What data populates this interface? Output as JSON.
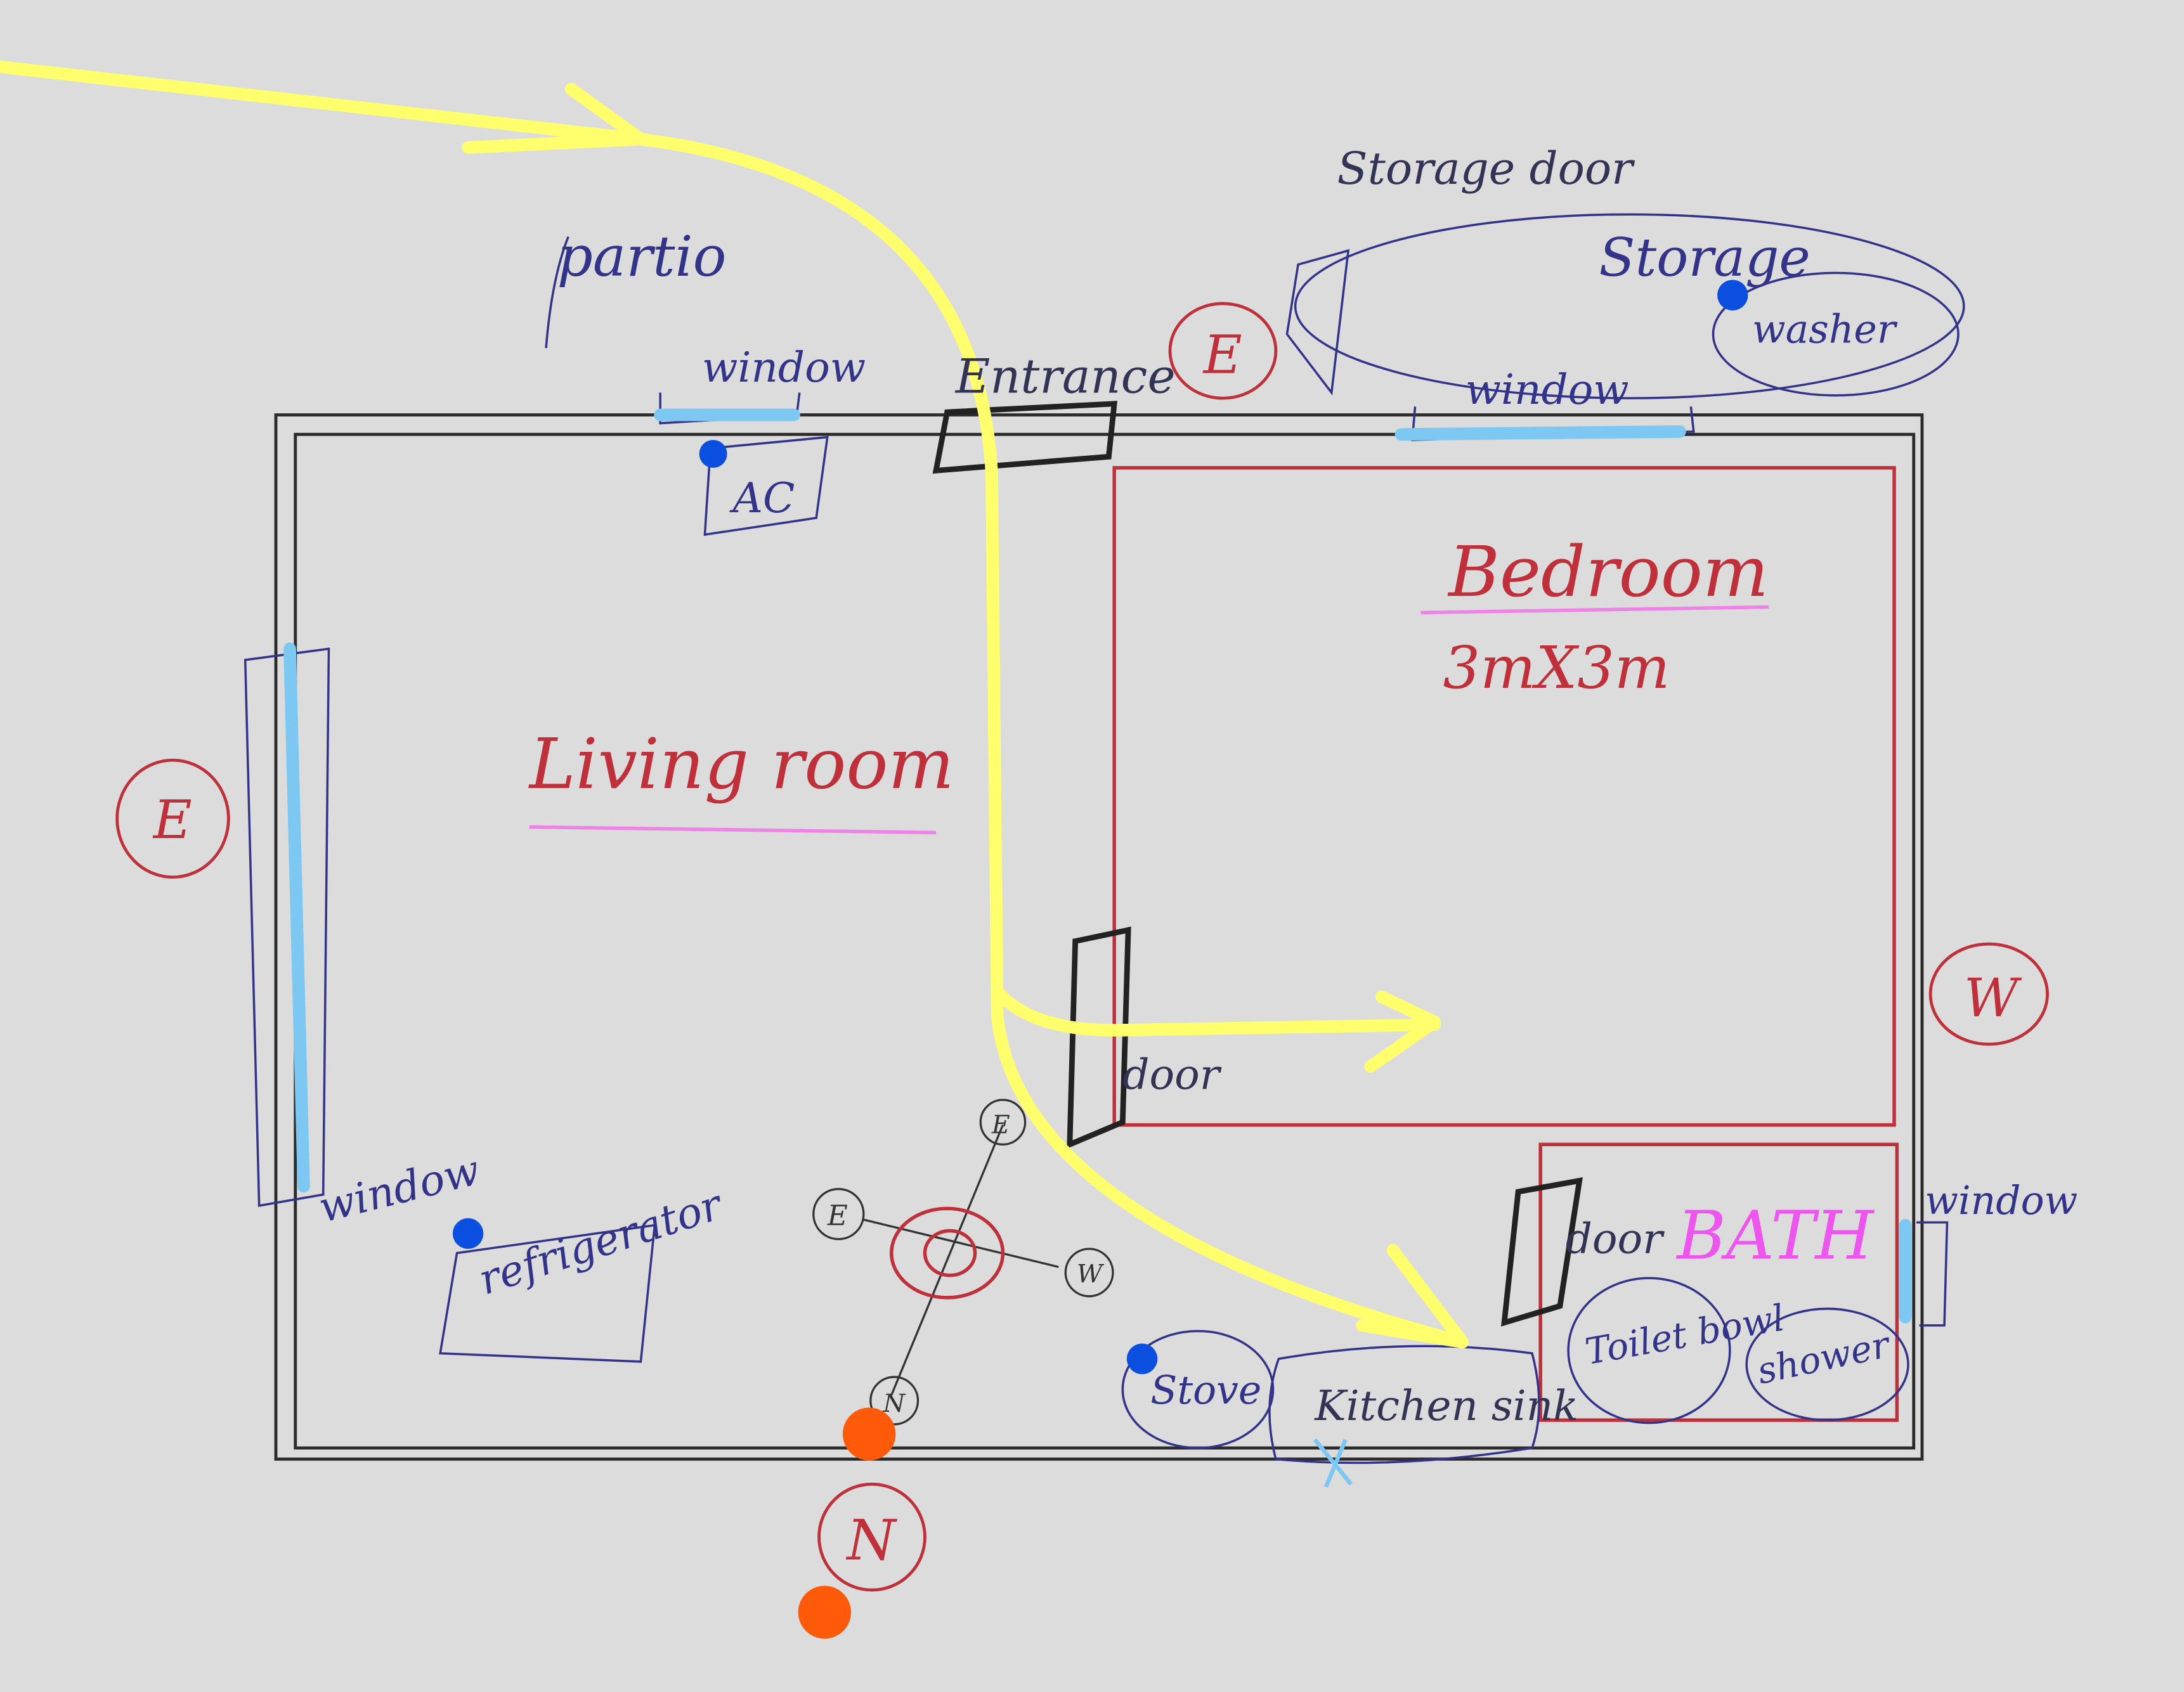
{
  "labels": {
    "partio": "partio",
    "window_top_left": "window",
    "ac": "AC",
    "entrance": "Entrance",
    "storage_door": "Storage door",
    "storage": "Storage",
    "washer": "washer",
    "window_top_right": "window",
    "bedroom": "Bedroom",
    "bedroom_size": "3mX3m",
    "living_room": "Living room",
    "window_left": "window",
    "refrigerator": "refrigerator",
    "door_bedroom": "door",
    "door_bath": "door",
    "bath": "BATH",
    "window_right": "window",
    "toilet_bowl": "Toilet bowl",
    "shower": "shower",
    "stove": "Stove",
    "kitchen_sink": "Kitchen sink",
    "compass_e_left": "E",
    "compass_e_top": "E",
    "compass_w_right": "W",
    "compass_n_bottom": "N",
    "mini_compass_e_top": "E",
    "mini_compass_e_left": "E",
    "mini_compass_w": "W",
    "mini_compass_n": "N"
  },
  "colors": {
    "background": "#dcdcdc",
    "outer_wall": "#2b2b2b",
    "room_wall_red": "#c0303a",
    "ink_blue": "#33338a",
    "path_yellow": "#ffff6e",
    "window_highlight": "#7cc8f2",
    "marker_blue": "#0a4fe0",
    "marker_orange": "#ff5a0a",
    "underline_pink": "#ee82e6",
    "bath_text": "#ee55ee"
  }
}
